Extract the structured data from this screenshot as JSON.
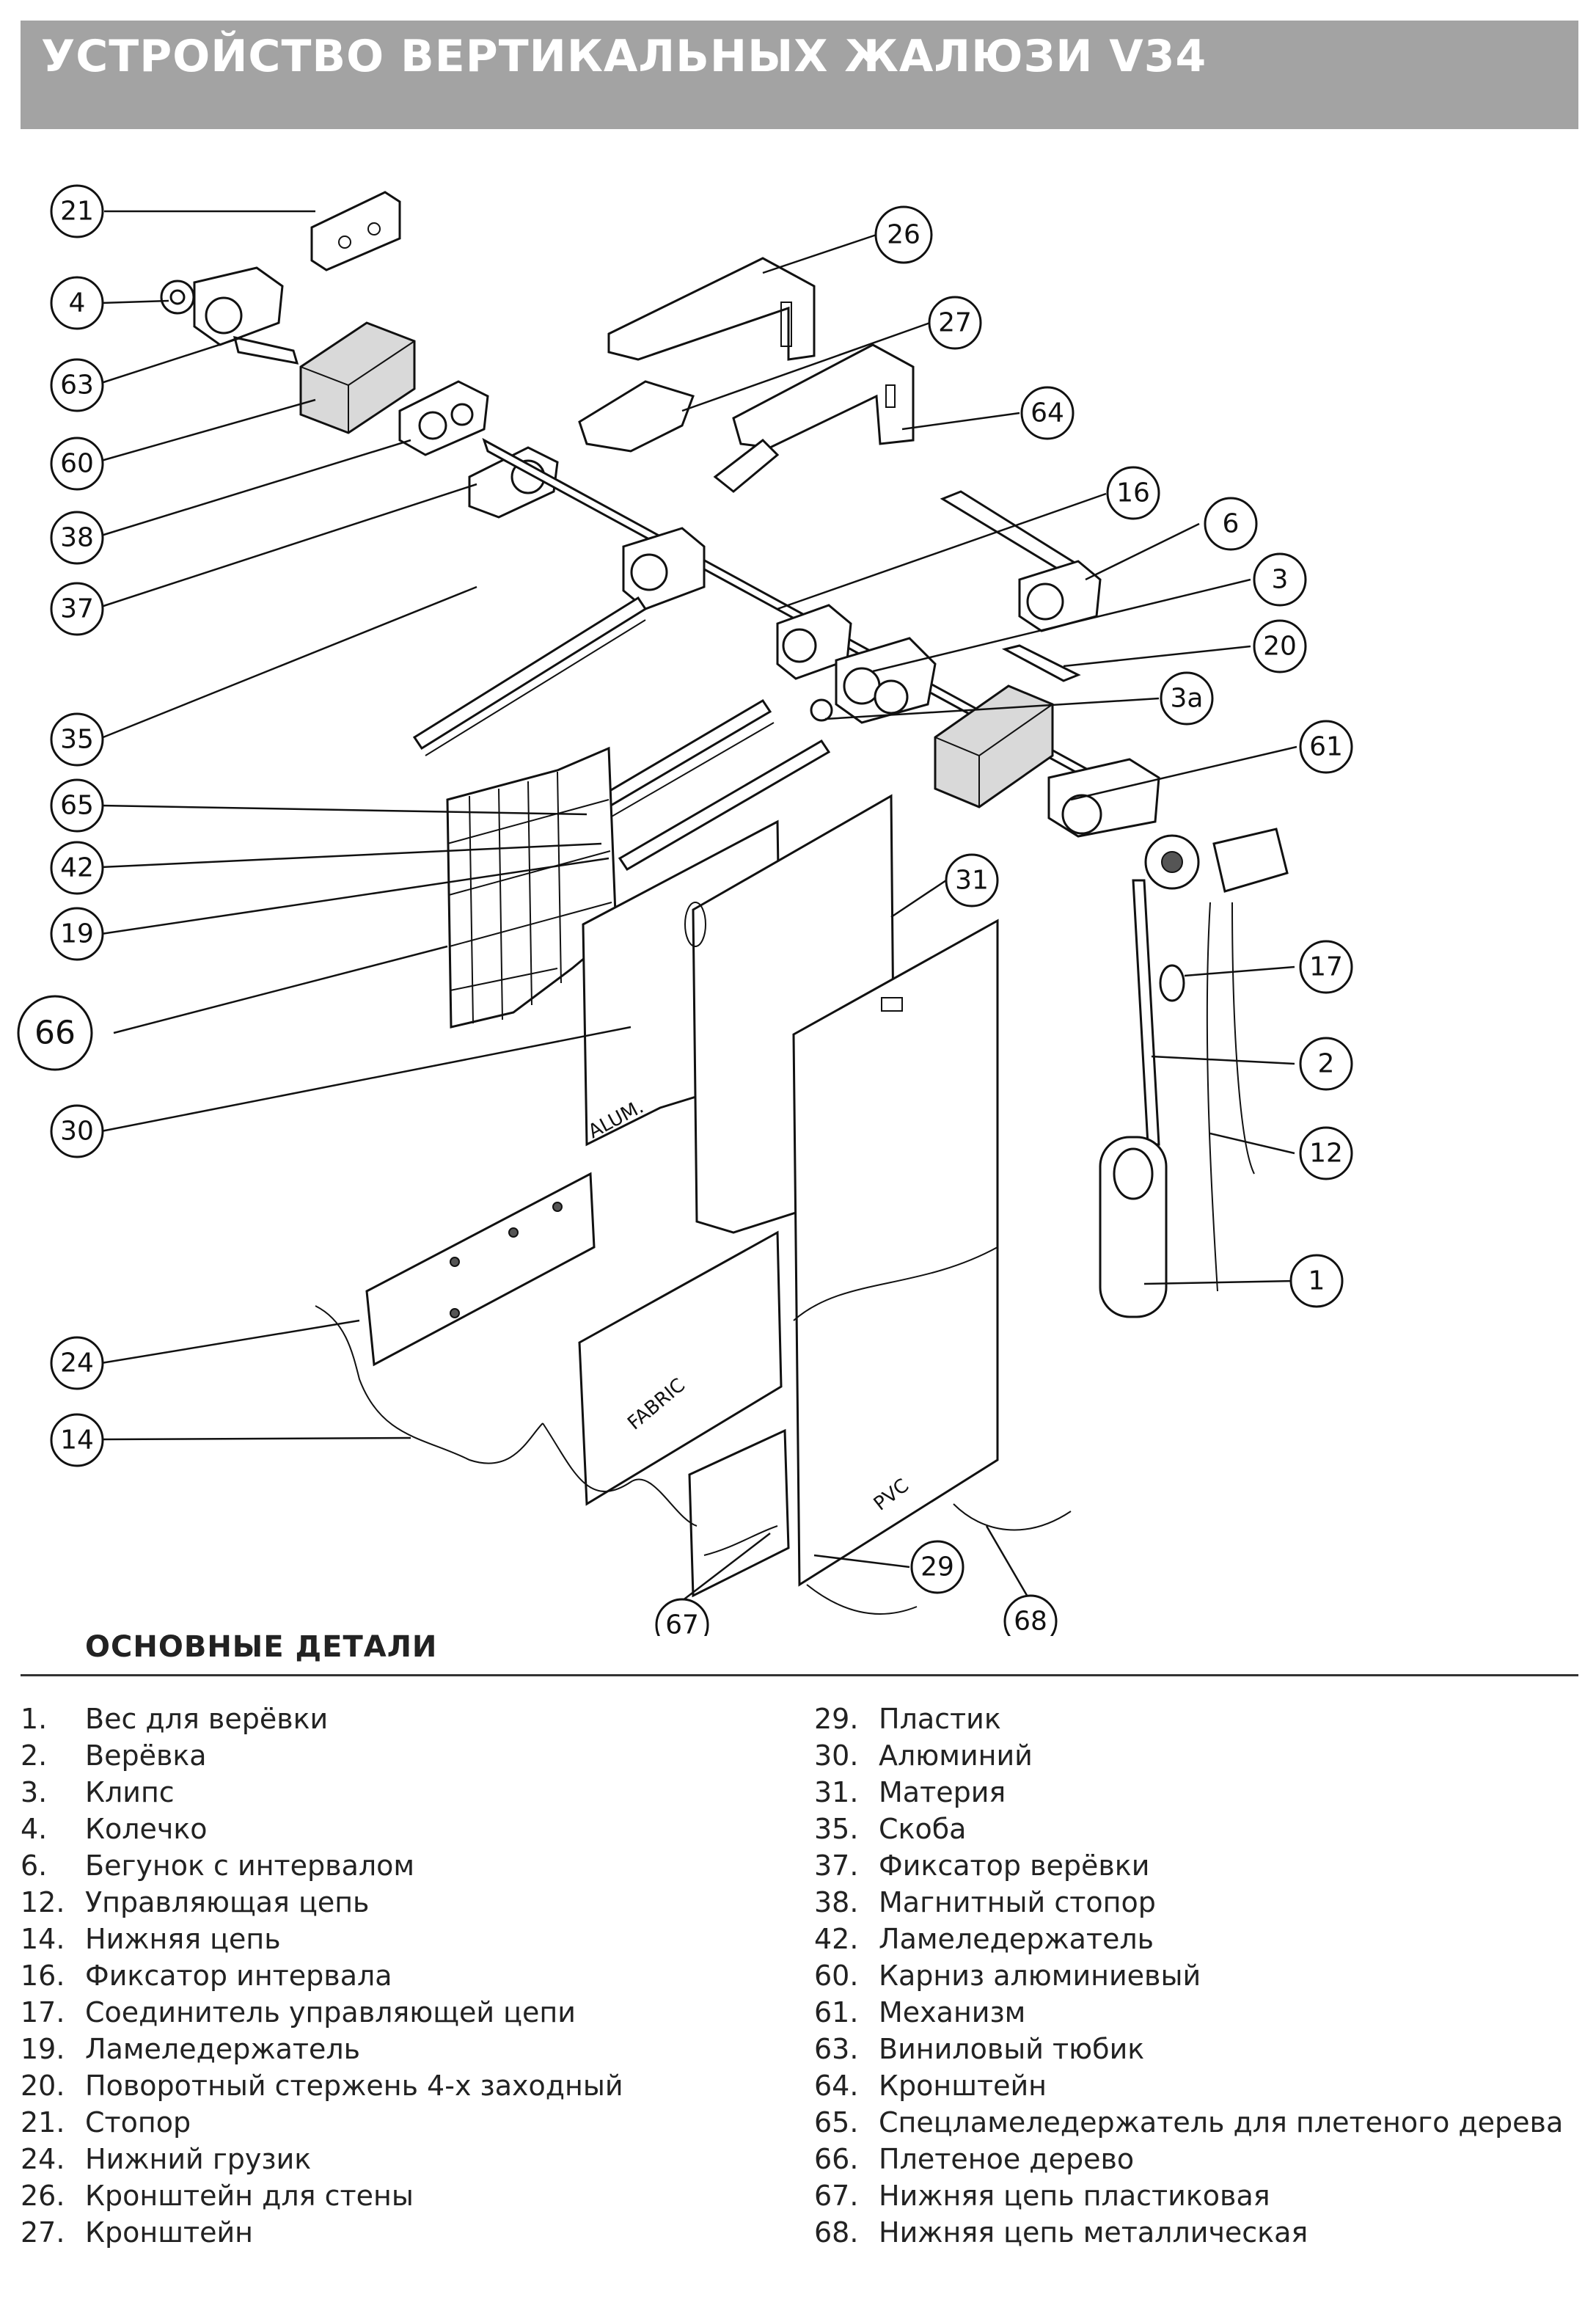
{
  "header": {
    "title": "УСТРОЙСТВО ВЕРТИКАЛЬНЫХ ЖАЛЮЗИ V34"
  },
  "diagram": {
    "callouts": [
      "21",
      "4",
      "63",
      "60",
      "38",
      "37",
      "35",
      "65",
      "42",
      "19",
      "66",
      "30",
      "24",
      "14",
      "26",
      "27",
      "64",
      "16",
      "6",
      "3",
      "20",
      "3a",
      "61",
      "31",
      "17",
      "2",
      "12",
      "1",
      "29",
      "67",
      "68"
    ],
    "panel_labels": {
      "alum": "ALUM.",
      "fabric": "FABRIC",
      "pvc": "PVC"
    }
  },
  "parts_section": {
    "title": "ОСНОВНЫЕ ДЕТАЛИ"
  },
  "legend": {
    "left": [
      {
        "num": "1.",
        "name": "Вес для верёвки"
      },
      {
        "num": "2.",
        "name": "Верёвка"
      },
      {
        "num": "3.",
        "name": "Клипс"
      },
      {
        "num": "4.",
        "name": "Колечко"
      },
      {
        "num": "6.",
        "name": "Бегунок с интервалом"
      },
      {
        "num": "12.",
        "name": "Управляющая цепь"
      },
      {
        "num": "14.",
        "name": "Нижняя цепь"
      },
      {
        "num": "16.",
        "name": "Фиксатор интервала"
      },
      {
        "num": "17.",
        "name": "Соединитель управляющей цепи"
      },
      {
        "num": "19.",
        "name": "Ламеледержатель"
      },
      {
        "num": "20.",
        "name": "Поворотный стержень 4-х заходный"
      },
      {
        "num": "21.",
        "name": "Стопор"
      },
      {
        "num": "24.",
        "name": "Нижний грузик"
      },
      {
        "num": "26.",
        "name": "Кронштейн для стены"
      },
      {
        "num": "27.",
        "name": "Кронштейн"
      }
    ],
    "right": [
      {
        "num": "29.",
        "name": "Пластик"
      },
      {
        "num": "30.",
        "name": "Алюминий"
      },
      {
        "num": "31.",
        "name": "Материя"
      },
      {
        "num": "35.",
        "name": "Скоба"
      },
      {
        "num": "37.",
        "name": "Фиксатор верёвки"
      },
      {
        "num": "38.",
        "name": "Магнитный стопор"
      },
      {
        "num": "42.",
        "name": "Ламеледержатель"
      },
      {
        "num": "60.",
        "name": "Карниз алюминиевый"
      },
      {
        "num": "61.",
        "name": "Механизм"
      },
      {
        "num": "63.",
        "name": "Виниловый тюбик"
      },
      {
        "num": "64.",
        "name": "Кронштейн"
      },
      {
        "num": "65.",
        "name": "Спецламеледержатель для плетеного дерева"
      },
      {
        "num": "66.",
        "name": "Плетеное дерево"
      },
      {
        "num": "67.",
        "name": "Нижняя цепь пластиковая"
      },
      {
        "num": "68.",
        "name": "Нижняя цепь металлическая"
      }
    ]
  }
}
